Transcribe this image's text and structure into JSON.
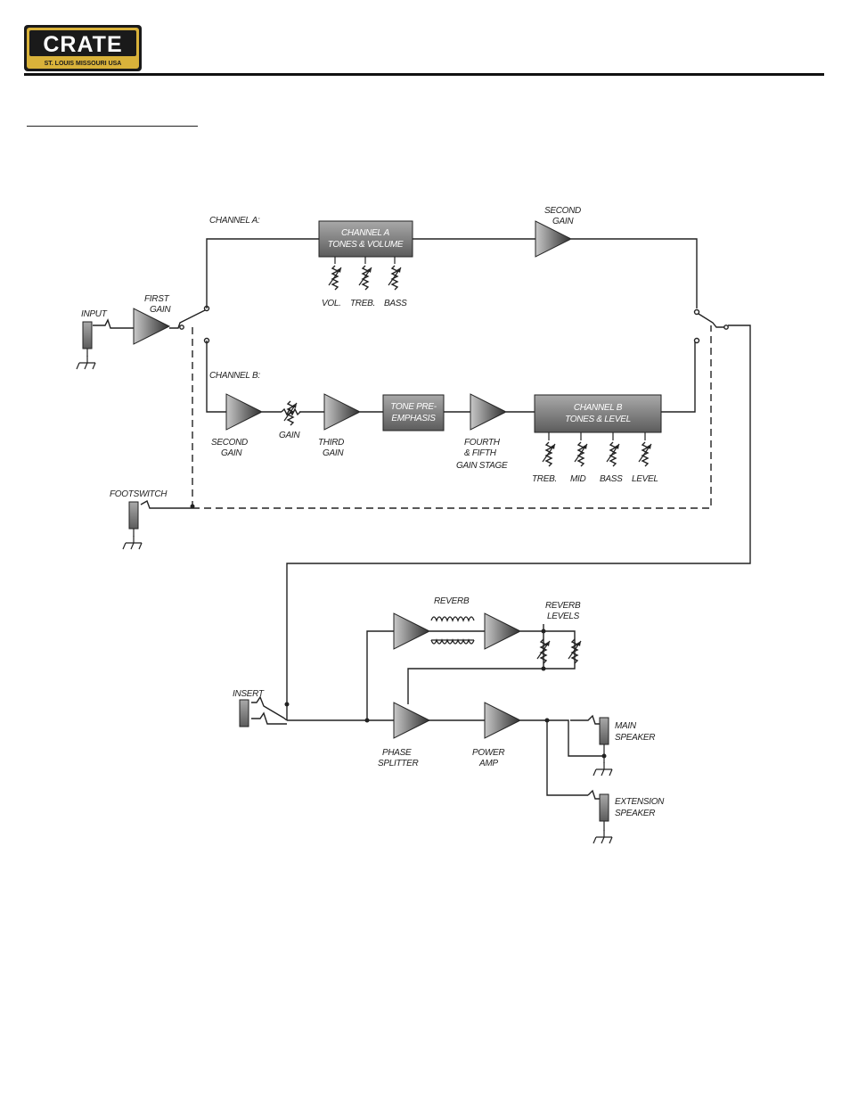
{
  "brand": {
    "name": "CRATE",
    "tagline": "ST. LOUIS MISSOURI  USA",
    "colors": {
      "gold": "#d9b23a",
      "dark": "#1a1a1a"
    }
  },
  "diagram": {
    "channel_a": "CHANNEL A:",
    "channel_b": "CHANNEL B:",
    "input": "INPUT",
    "first_gain": [
      "FIRST",
      "GAIN"
    ],
    "channel_a_box": [
      "CHANNEL A",
      "TONES & VOLUME"
    ],
    "vol": "VOL.",
    "treb_a": "TREB.",
    "bass_a": "BASS",
    "second_gain_a": [
      "SECOND",
      "GAIN"
    ],
    "second_gain_b": [
      "SECOND",
      "GAIN"
    ],
    "gain": "GAIN",
    "third_gain": [
      "THIRD",
      "GAIN"
    ],
    "tone_pre_emphasis": [
      "TONE PRE-",
      "EMPHASIS"
    ],
    "fourth_fifth": [
      "FOURTH",
      "& FIFTH",
      "GAIN STAGE"
    ],
    "channel_b_box": [
      "CHANNEL B",
      "TONES & LEVEL"
    ],
    "treb_b": "TREB.",
    "mid": "MID",
    "bass_b": "BASS",
    "level": "LEVEL",
    "footswitch": "FOOTSWITCH",
    "reverb": "REVERB",
    "reverb_levels": [
      "REVERB",
      "LEVELS"
    ],
    "insert": "INSERT",
    "phase_splitter": [
      "PHASE",
      "SPLITTER"
    ],
    "power_amp": [
      "POWER",
      "AMP"
    ],
    "main_speaker": [
      "MAIN",
      "SPEAKER"
    ],
    "extension_speaker": [
      "EXTENSION",
      "SPEAKER"
    ]
  }
}
